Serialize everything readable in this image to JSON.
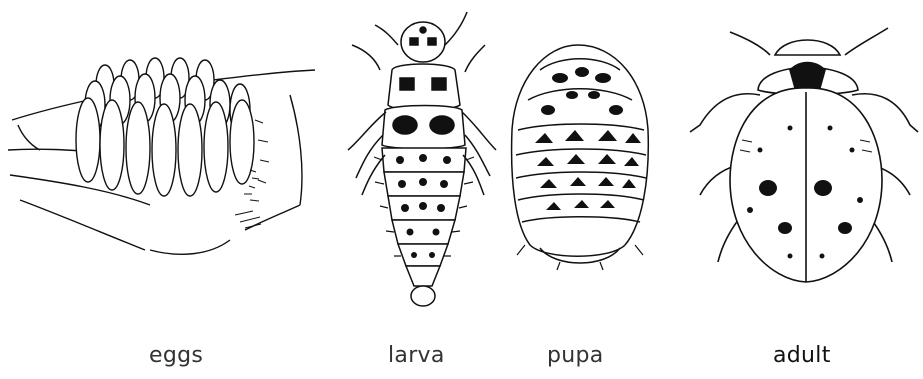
{
  "stages": [
    {
      "id": "eggs",
      "label": "eggs"
    },
    {
      "id": "larva",
      "label": "larva"
    },
    {
      "id": "pupa",
      "label": "pupa"
    },
    {
      "id": "adult",
      "label": "adult"
    }
  ],
  "colors": {
    "ink": "#111111",
    "label": "#333333",
    "background": "#ffffff"
  }
}
